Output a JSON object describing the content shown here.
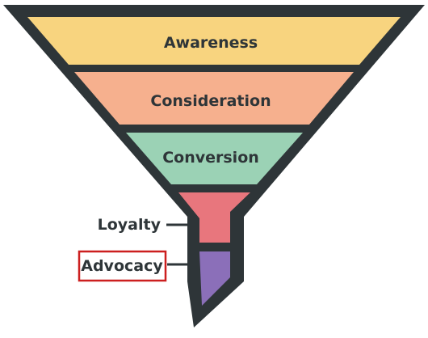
{
  "stages": [
    {
      "label": "Awareness",
      "color": "#F8D47F"
    },
    {
      "label": "Consideration",
      "color": "#F6B08E"
    },
    {
      "label": "Conversion",
      "color": "#9BD2B5"
    },
    {
      "label": "Loyalty",
      "color": "#E8767D"
    },
    {
      "label": "Advocacy",
      "color": "#8B6FB9"
    }
  ],
  "outline_color": "#2E3538",
  "text_color": "#2E3538",
  "highlight_color": "#CC1F1F"
}
